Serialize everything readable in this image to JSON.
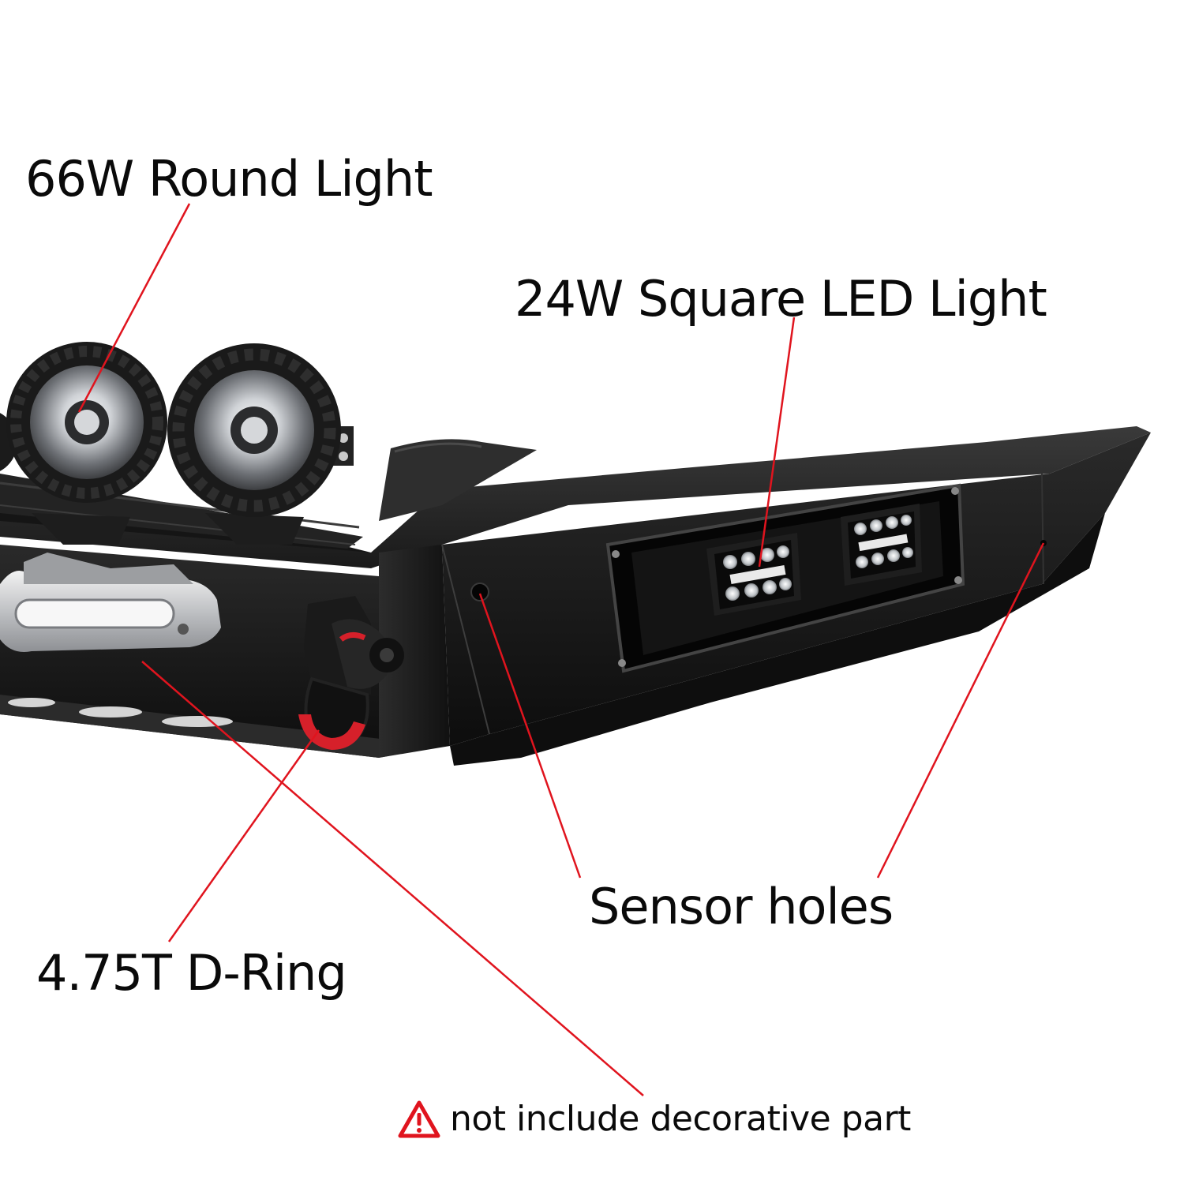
{
  "labels": {
    "round_light": "66W Round Light",
    "square_light": "24W Square LED Light",
    "sensor_holes": "Sensor holes",
    "d_ring": "4.75T D-Ring",
    "notice": "not include decorative part"
  },
  "icons": {
    "notice_icon": "warning-triangle-icon"
  },
  "colors": {
    "callout_line": "#e0141e",
    "warning_icon": "#e0141e",
    "bumper": "#1c1c1c",
    "d_ring": "#d6202a",
    "fairlead": "#c9cacc"
  }
}
